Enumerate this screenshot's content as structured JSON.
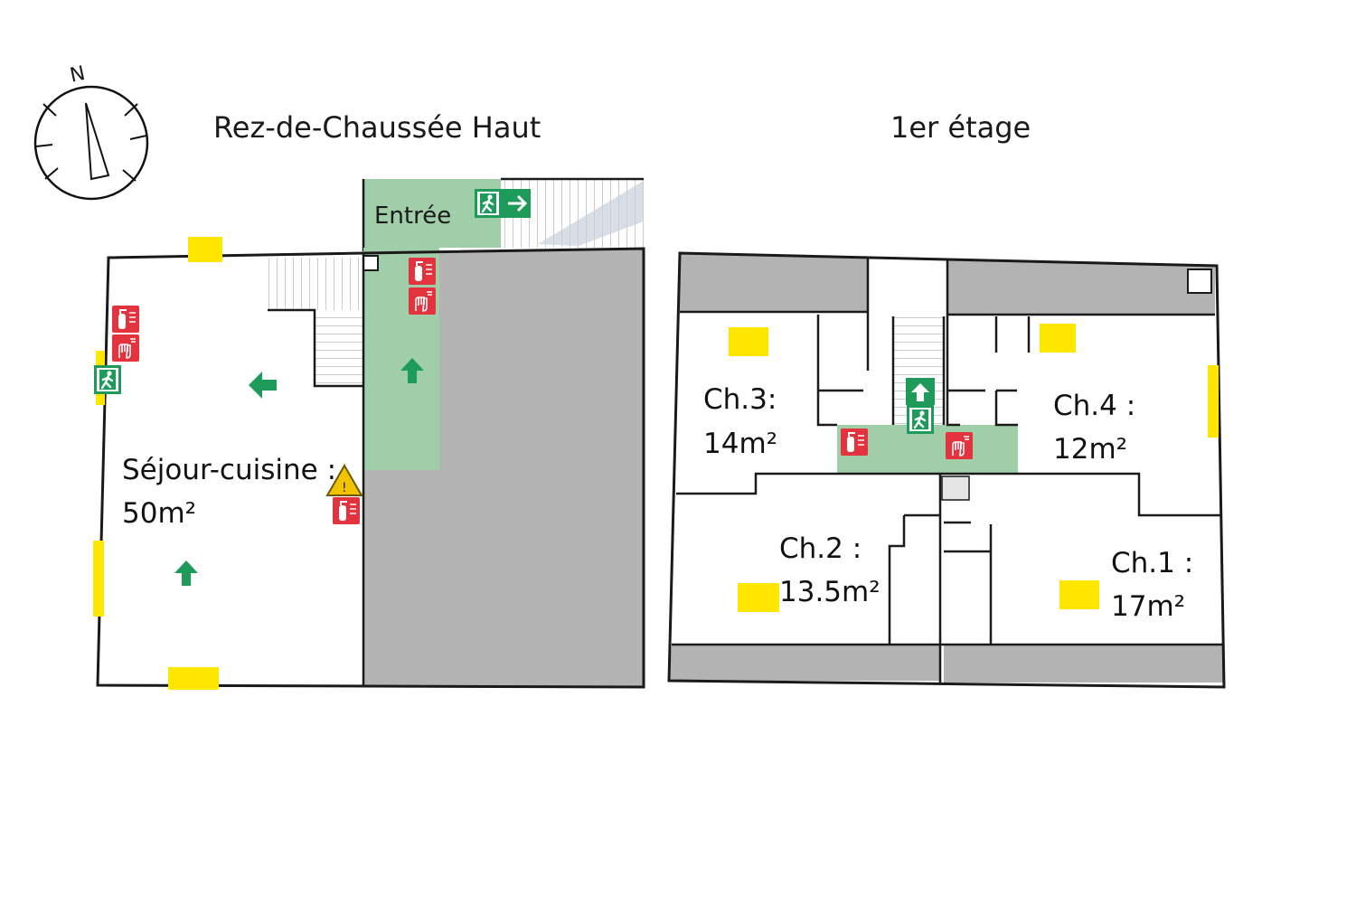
{
  "compass": {
    "label": "N",
    "icon": "compass-icon"
  },
  "plans": [
    {
      "title": "Rez-de-Chaussée Haut",
      "rooms": [
        {
          "name": "Entrée"
        },
        {
          "name": "Séjour-cuisine :",
          "area": "50m²"
        }
      ]
    },
    {
      "title": "1er étage",
      "rooms": [
        {
          "name": "Ch.3:",
          "area": "14m²"
        },
        {
          "name": "Ch.4 :",
          "area": "12m²"
        },
        {
          "name": "Ch.2 :",
          "area": "13.5m²"
        },
        {
          "name": "Ch.1 :",
          "area": "17m²"
        }
      ]
    }
  ],
  "colors": {
    "circulation": "#9fcea8",
    "non_accessible": "#b3b3b3",
    "window_marker": "#ffe600",
    "exit_sign": "#1e9a5a",
    "extinguisher": "#e2333f",
    "hazard": "#f2c300"
  },
  "symbols": [
    "emergency-exit-sign-icon",
    "fire-extinguisher-icon",
    "evacuation-arrow-icon",
    "hazard-warning-icon",
    "window-marker"
  ]
}
